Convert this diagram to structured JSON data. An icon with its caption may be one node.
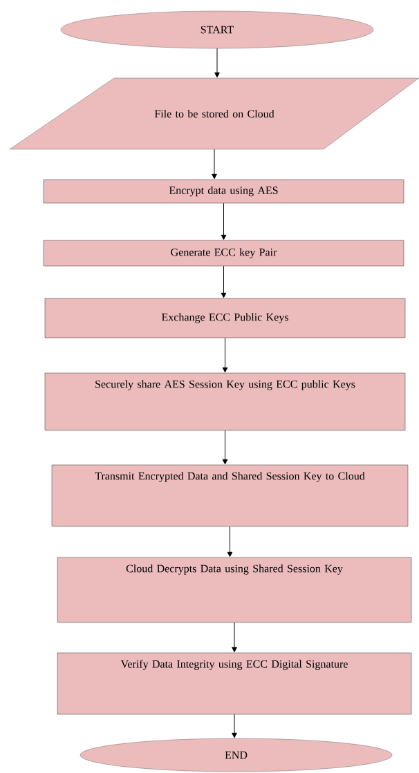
{
  "diagram": {
    "nodes": [
      {
        "text": [
          "START"
        ]
      },
      {
        "text": [
          "File to be stored on Cloud"
        ]
      },
      {
        "text": [
          "Encrypt data using AES"
        ]
      },
      {
        "text": [
          "Generate ECC key Pair"
        ]
      },
      {
        "text": [
          "Exchange ECC Public Keys"
        ]
      },
      {
        "text": [
          "Securely share AES Session Key using ECC public Keys"
        ]
      },
      {
        "text": [
          "Transmit Encrypted Data and Shared Session Key to Cloud"
        ]
      },
      {
        "text": [
          "Cloud Decrypts Data using Shared Session Key"
        ]
      },
      {
        "text": [
          "Verify Data Integrity using ECC Digital Signature"
        ]
      },
      {
        "text": [
          "END"
        ]
      }
    ],
    "edges": [
      {
        "from": 0,
        "to": 1,
        "arrow": "to"
      },
      {
        "from": 1,
        "to": 2,
        "arrow": "to"
      },
      {
        "from": 2,
        "to": 3,
        "arrow": "to"
      },
      {
        "from": 3,
        "to": 4,
        "arrow": "to"
      },
      {
        "from": 4,
        "to": 5,
        "arrow": "to"
      },
      {
        "from": 5,
        "to": 6,
        "arrow": "to"
      },
      {
        "from": 6,
        "to": 7,
        "arrow": "to"
      },
      {
        "from": 7,
        "to": 8,
        "arrow": "to"
      },
      {
        "from": 8,
        "to": 9,
        "arrow": "to"
      }
    ]
  }
}
